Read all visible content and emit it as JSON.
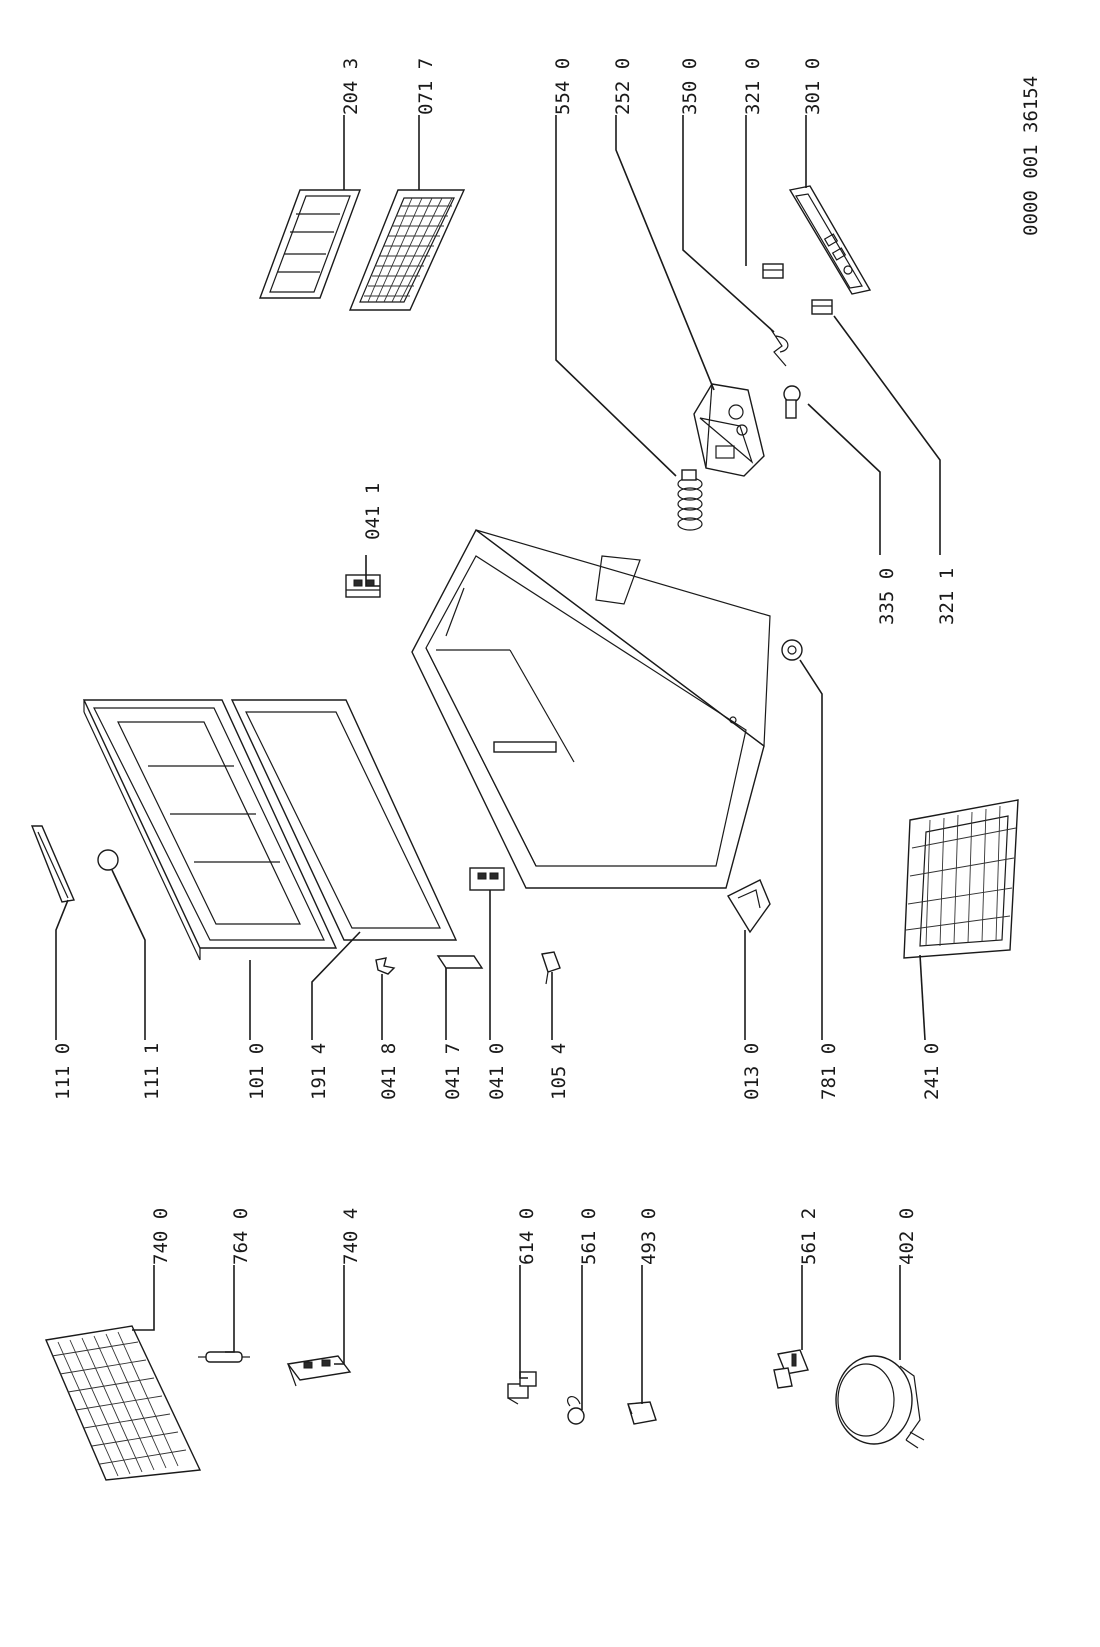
{
  "drawing_id": "0000 001 36154",
  "labels": {
    "p740_0": "740 0",
    "p764_0": "764 0",
    "p740_4": "740 4",
    "p614_0": "614 0",
    "p561_0": "561 0",
    "p493_0": "493 0",
    "p561_2": "561 2",
    "p402_0": "402 0",
    "p111_0": "111 0",
    "p111_1": "111 1",
    "p101_0": "101 0",
    "p191_4": "191 4",
    "p041_8": "041 8",
    "p041_7": "041 7",
    "p041_0": "041 0",
    "p105_4": "105 4",
    "p013_0": "013 0",
    "p781_0": "781 0",
    "p241_0": "241 0",
    "p041_1": "041 1",
    "p335_0": "335 0",
    "p321_1": "321 1",
    "p554_0": "554 0",
    "p252_0": "252 0",
    "p350_0": "350 0",
    "p321_0": "321 0",
    "p301_0": "301 0",
    "p204_3": "204 3",
    "p071_7": "071 7"
  }
}
